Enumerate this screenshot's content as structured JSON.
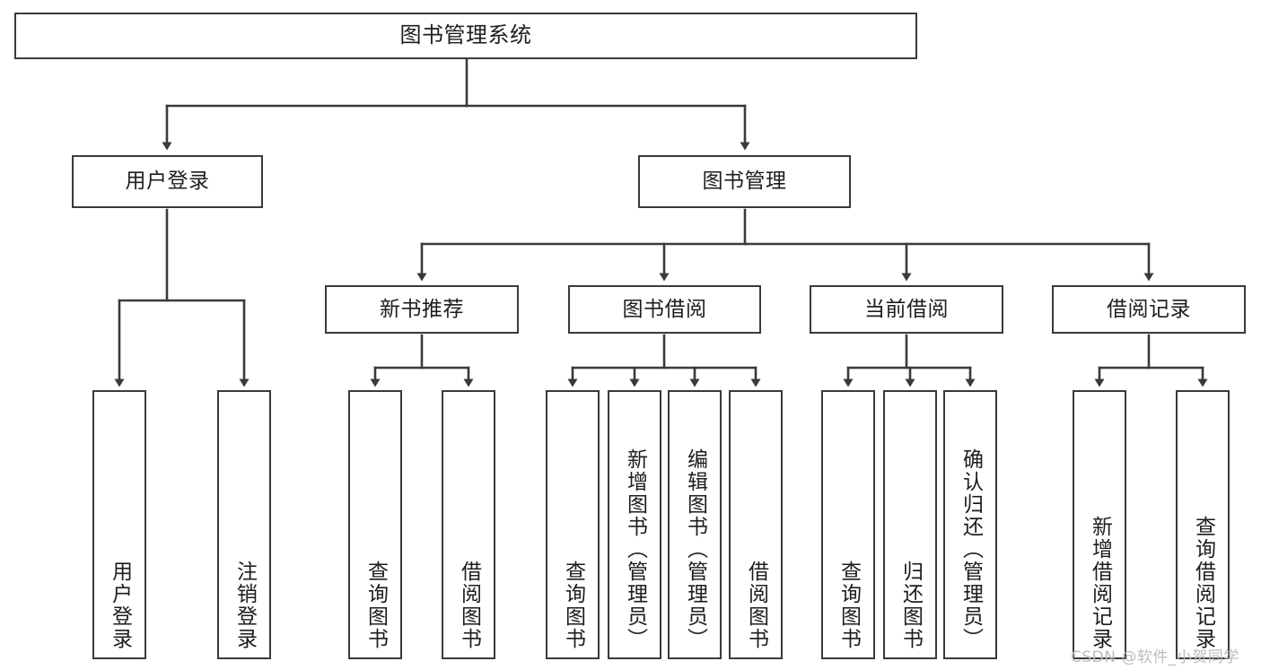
{
  "diagram": {
    "title": "图书管理系统",
    "type": "功能结构图",
    "colors": {
      "stroke": "#3a3a3a",
      "box_fill": "#ffffff",
      "text": "#1d1d1d",
      "background": "#ffffff",
      "watermark": "#b9bcc2"
    },
    "root": {
      "label": "图书管理系统"
    },
    "level2": [
      {
        "label": "用户登录"
      },
      {
        "label": "图书管理"
      }
    ],
    "level3": [
      {
        "label": "新书推荐"
      },
      {
        "label": "图书借阅"
      },
      {
        "label": "当前借阅"
      },
      {
        "label": "借阅记录"
      }
    ],
    "leaves": {
      "user_login": [
        {
          "label": "用户登录"
        },
        {
          "label": "注销登录"
        }
      ],
      "new_book_recommend": [
        {
          "label": "查询图书"
        },
        {
          "label": "借阅图书"
        }
      ],
      "book_borrow": [
        {
          "label": "查询图书"
        },
        {
          "label": "新增图书（管理员）"
        },
        {
          "label": "编辑图书（管理员）"
        },
        {
          "label": "借阅图书"
        }
      ],
      "current_borrow": [
        {
          "label": "查询图书"
        },
        {
          "label": "归还图书"
        },
        {
          "label": "确认归还（管理员）"
        }
      ],
      "borrow_record": [
        {
          "label": "新增借阅记录"
        },
        {
          "label": "查询借阅记录"
        }
      ]
    }
  },
  "watermark": {
    "text": "CSDN @软件_小贺同学"
  }
}
